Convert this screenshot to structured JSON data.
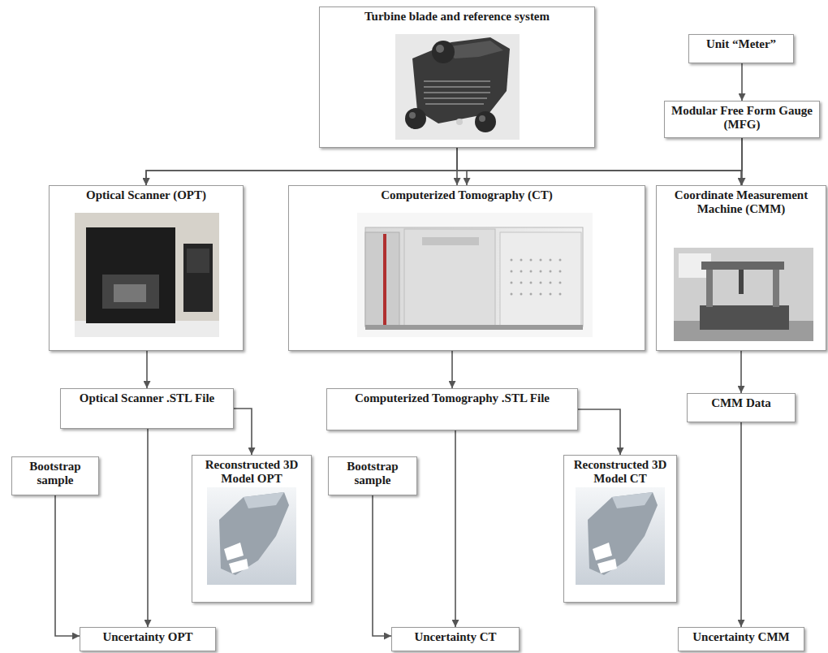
{
  "diagram": {
    "nodes": [
      {
        "text": [
          "Turbine blade and reference system"
        ]
      },
      {
        "text": [
          "Unit “Meter”"
        ]
      },
      {
        "text": [
          "Modular Free Form Gauge (MFG)"
        ]
      },
      {
        "text": [
          "Optical Scanner (OPT)"
        ]
      },
      {
        "text": [
          "Computerized Tomography (CT)"
        ]
      },
      {
        "text": [
          "Coordinate Measurement Machine (CMM)"
        ]
      },
      {
        "text": [
          "Optical Scanner .STL File"
        ]
      },
      {
        "text": [
          "Bootstrap sample"
        ]
      },
      {
        "text": [
          "Reconstructed 3D Model OPT"
        ]
      },
      {
        "text": [
          "Computerized Tomography .STL File"
        ]
      },
      {
        "text": [
          "Bootstrap sample"
        ]
      },
      {
        "text": [
          "Reconstructed 3D Model CT"
        ]
      },
      {
        "text": [
          "CMM Data"
        ]
      },
      {
        "text": [
          "Uncertainty OPT"
        ]
      },
      {
        "text": [
          "Uncertainty CT"
        ]
      },
      {
        "text": [
          "Uncertainty CMM"
        ]
      }
    ],
    "edges": [
      {
        "from": 1,
        "to": 2,
        "arrow": "to"
      },
      {
        "from": 0,
        "to": 3,
        "arrow": "to"
      },
      {
        "from": 0,
        "to": 4,
        "arrow": "to"
      },
      {
        "from": 0,
        "to": 5,
        "arrow": "to"
      },
      {
        "from": 2,
        "to": 3,
        "arrow": "to"
      },
      {
        "from": 2,
        "to": 4,
        "arrow": "to"
      },
      {
        "from": 2,
        "to": 5,
        "arrow": "to"
      },
      {
        "from": 3,
        "to": 6,
        "arrow": "to"
      },
      {
        "from": 4,
        "to": 9,
        "arrow": "to"
      },
      {
        "from": 5,
        "to": 12,
        "arrow": "to"
      },
      {
        "from": 6,
        "to": 8,
        "arrow": "to"
      },
      {
        "from": 6,
        "to": 13,
        "arrow": "to"
      },
      {
        "from": 7,
        "to": 13,
        "arrow": "to"
      },
      {
        "from": 9,
        "to": 11,
        "arrow": "to"
      },
      {
        "from": 9,
        "to": 14,
        "arrow": "to"
      },
      {
        "from": 10,
        "to": 14,
        "arrow": "to"
      },
      {
        "from": 12,
        "to": 15,
        "arrow": "to"
      }
    ]
  }
}
